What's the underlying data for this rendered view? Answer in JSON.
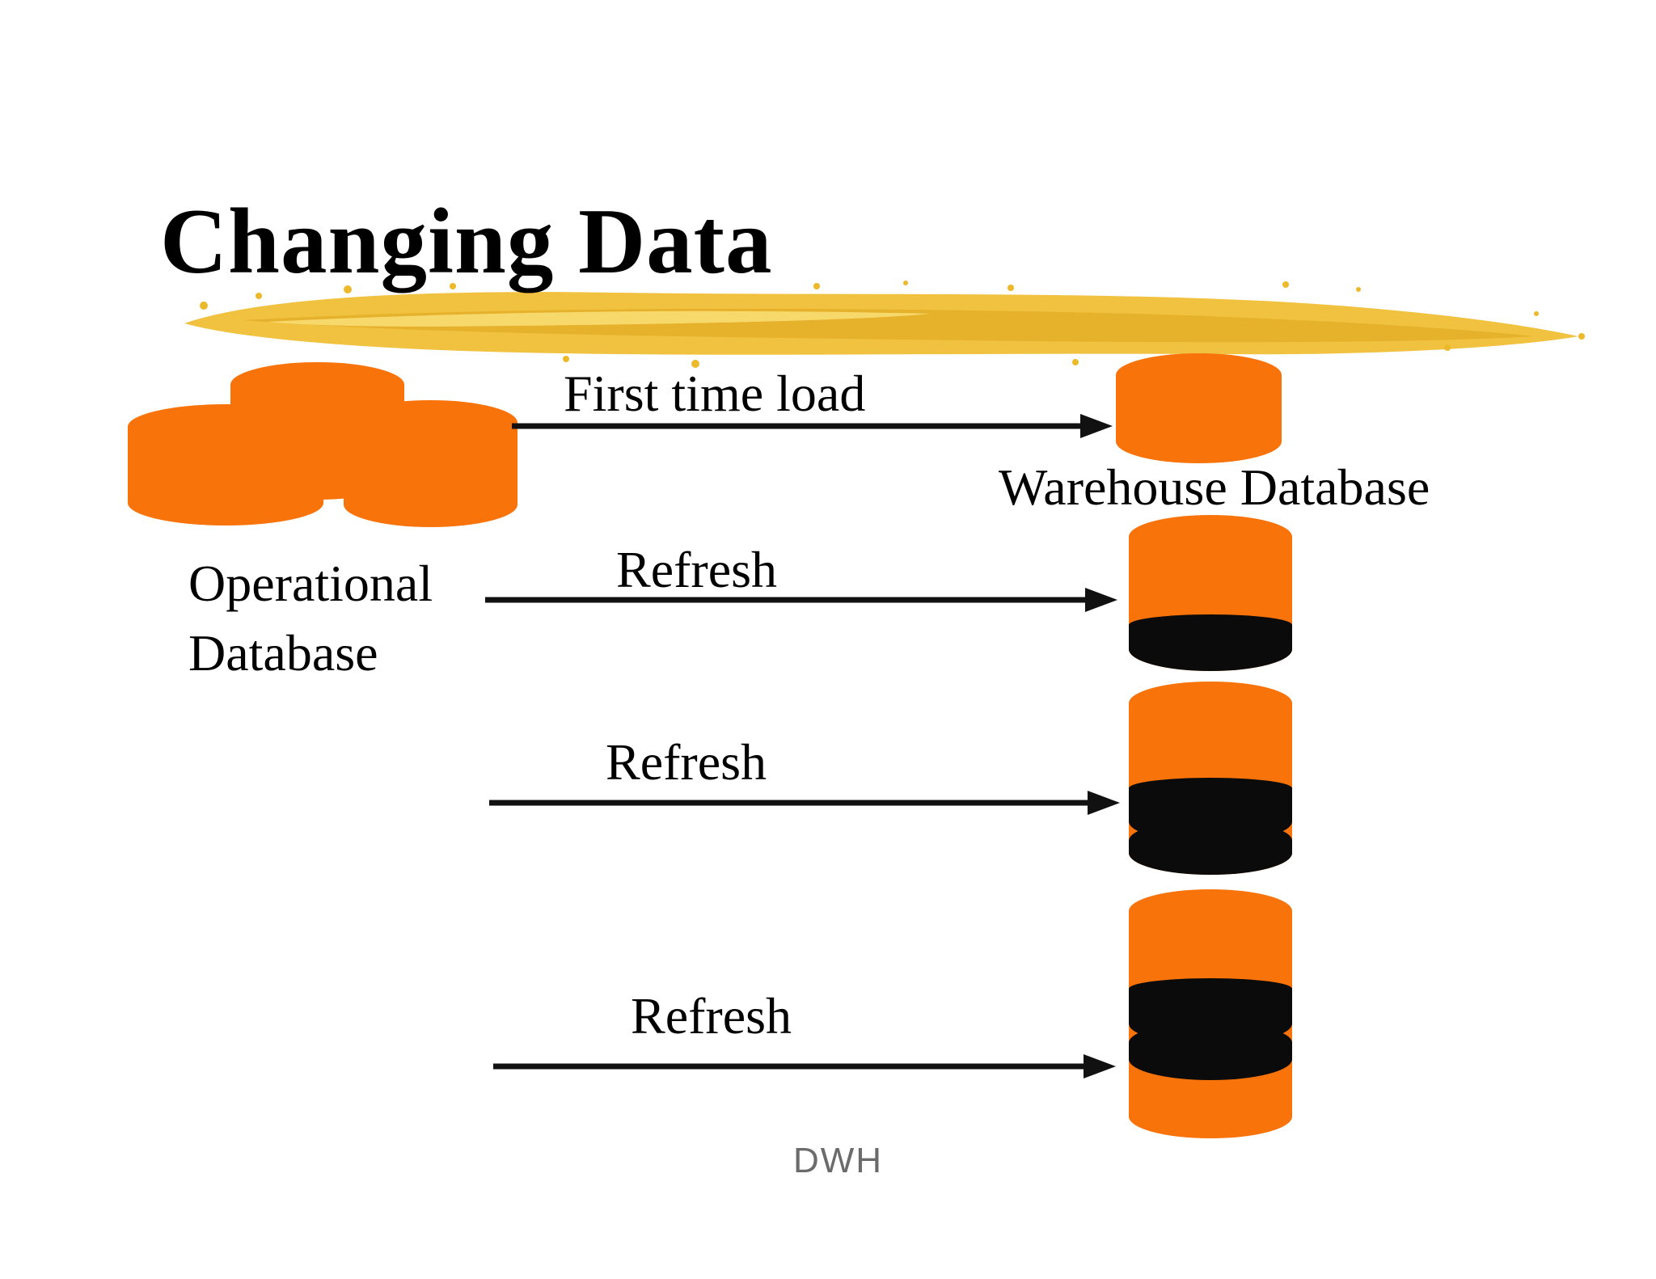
{
  "slide": {
    "title": "Changing Data",
    "footer": "DWH",
    "source_label_line1": "Operational",
    "source_label_line2": "Database",
    "target_label": "Warehouse Database",
    "flows": [
      {
        "label": "First time load"
      },
      {
        "label": "Refresh"
      },
      {
        "label": "Refresh"
      },
      {
        "label": "Refresh"
      }
    ],
    "colors": {
      "database_orange": "#F8730A",
      "changed_data_black": "#0B0B0B",
      "underline_gold": "#EFBF35",
      "underline_gold_dark": "#DFA41C",
      "underline_gold_light": "#F9DF77",
      "text": "#000000",
      "footer_gray": "#6B6B6B",
      "background": "#FFFFFF"
    },
    "diagram": {
      "source_node": {
        "id": "operational-database",
        "shape": "cylinder-cluster",
        "cylinder_count": 3
      },
      "target_nodes": [
        {
          "id": "warehouse-first-load",
          "shape": "cylinder",
          "black_bands": 0
        },
        {
          "id": "warehouse-after-refresh-1",
          "shape": "cylinder",
          "black_bands": 1
        },
        {
          "id": "warehouse-after-refresh-2",
          "shape": "cylinder",
          "black_bands": 2
        },
        {
          "id": "warehouse-after-refresh-3",
          "shape": "cylinder",
          "black_bands": 2
        }
      ],
      "edge_direction": "left-to-right"
    }
  }
}
